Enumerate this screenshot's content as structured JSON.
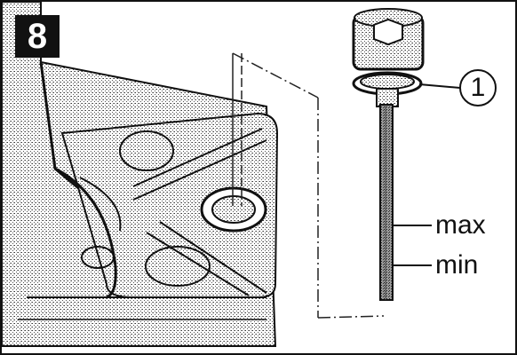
{
  "figure": {
    "step_number": "8",
    "callout": {
      "number": "1"
    },
    "labels": {
      "max": "max",
      "min": "min"
    },
    "colors": {
      "ink": "#111111",
      "stipple": "#bdbdbd",
      "paper": "#ffffff"
    },
    "icons": [
      "dipstick-bolt-icon",
      "hex-socket-icon",
      "seal-washer-icon",
      "oil-tank-cap-opening-icon"
    ]
  }
}
